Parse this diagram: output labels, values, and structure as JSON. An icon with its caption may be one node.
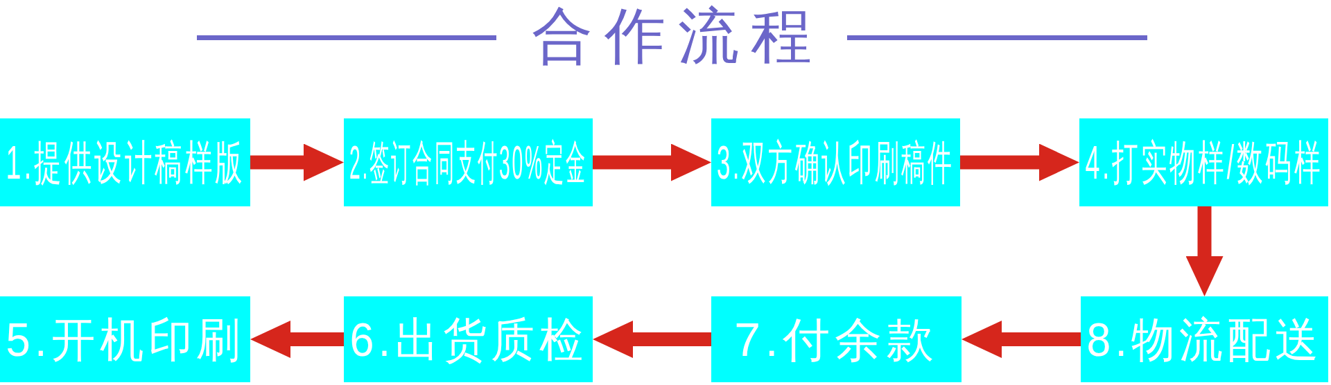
{
  "diagram": {
    "title": "合作流程",
    "nodes": [
      {
        "text": [
          "1.提供设计稿样版"
        ]
      },
      {
        "text": [
          "2.签订合同支付30%定金"
        ]
      },
      {
        "text": [
          "3.双方确认印刷稿件"
        ]
      },
      {
        "text": [
          "4.打实物样/数码样"
        ]
      },
      {
        "text": [
          "5.开机印刷"
        ]
      },
      {
        "text": [
          "6.出货质检"
        ]
      },
      {
        "text": [
          "7.付余款"
        ]
      },
      {
        "text": [
          "8.物流配送"
        ]
      }
    ],
    "edges": [
      {
        "from": 0,
        "to": 1,
        "arrow": "to"
      },
      {
        "from": 1,
        "to": 2,
        "arrow": "to"
      },
      {
        "from": 2,
        "to": 3,
        "arrow": "to"
      },
      {
        "from": 3,
        "to": 7,
        "arrow": "to"
      },
      {
        "from": 7,
        "to": 6,
        "arrow": "to"
      },
      {
        "from": 6,
        "to": 5,
        "arrow": "to"
      },
      {
        "from": 5,
        "to": 4,
        "arrow": "to"
      }
    ]
  }
}
